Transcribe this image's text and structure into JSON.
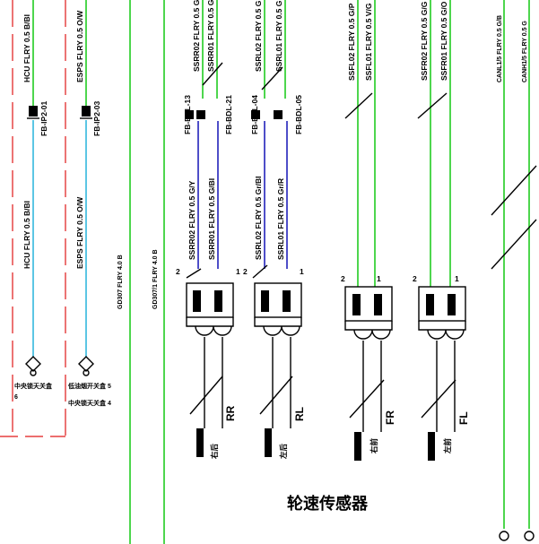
{
  "top_labels": {
    "hcu_top": "HCU FLRY 0.5 B/BI",
    "esps_top": "ESPS FLRY 0.5 O/W",
    "ssrr02_top": "SSRR02 FLRY 0.5 G/Y",
    "ssrr01_top": "SSRR01 FLRY 0.5 G/Bl",
    "ssrl02_top": "SSRL02 FLRY 0.5 Gr/Bl",
    "ssrl01_top": "SSRL01 FLRY 0.5 Gr/R",
    "ssfl02_top": "SSFL02 FLRY 0.5 G/P",
    "ssfl01_top": "SSFL01 FLRY 0.5 V/G",
    "ssfr02_top": "SSFR02 FLRY 0.5 G/G",
    "ssfr01_top": "SSFR01 FLRY 0.5 G/O",
    "canl": "CANL1/5 FLRY 0.5 G/B",
    "canh": "CANH1/5 FLRY 0.5 G"
  },
  "connectors": {
    "fb_ip2_01": "FB-IP2-01",
    "fb_ip2_03": "FB-IP2-03",
    "fb_bdl_13": "FB-BDL-13",
    "fb_bdl_21": "FB-BDL-21",
    "fb_bdl_04": "FB-BDL-04",
    "fb_bdl_05": "FB-BDL-05"
  },
  "mid_labels": {
    "hcu_mid": "HCU FLRY 0.5 B/BI",
    "esps_mid": "ESPS FLRY 0.5 O/W",
    "ssrr02_mid": "SSRR02 FLRY 0.5 G/Y",
    "ssrr01_mid": "SSRR01 FLRY 0.5 G/BI",
    "ssrl02_mid": "SSRL02 FLRY 0.5 Gr/BI",
    "ssrl01_mid": "SSRL01 FLRY 0.5 Gr/R",
    "gd07": "GD307 FLRY 4.0 B",
    "gd07b": "GD307/1 FLRY 4.0 B"
  },
  "pins": {
    "p2": "2",
    "p1": "1"
  },
  "switches": {
    "sw1_line1": "中央锁天关盒",
    "sw1_line2": "6",
    "sw2_line1": "低油烟开关盒 5",
    "sw2_line2": "中央锁天关盒 4"
  },
  "sensors": {
    "rr_code": "RR",
    "rr_name": "右后",
    "rl_code": "RL",
    "rl_name": "左后",
    "fr_code": "FR",
    "fr_name": "右前",
    "fl_code": "FL",
    "fl_name": "左前"
  },
  "title": "轮速传感器",
  "colors": {
    "green": "#22cc22",
    "cyan": "#33b8dd",
    "blue": "#2222bb",
    "red": "#e01818"
  }
}
